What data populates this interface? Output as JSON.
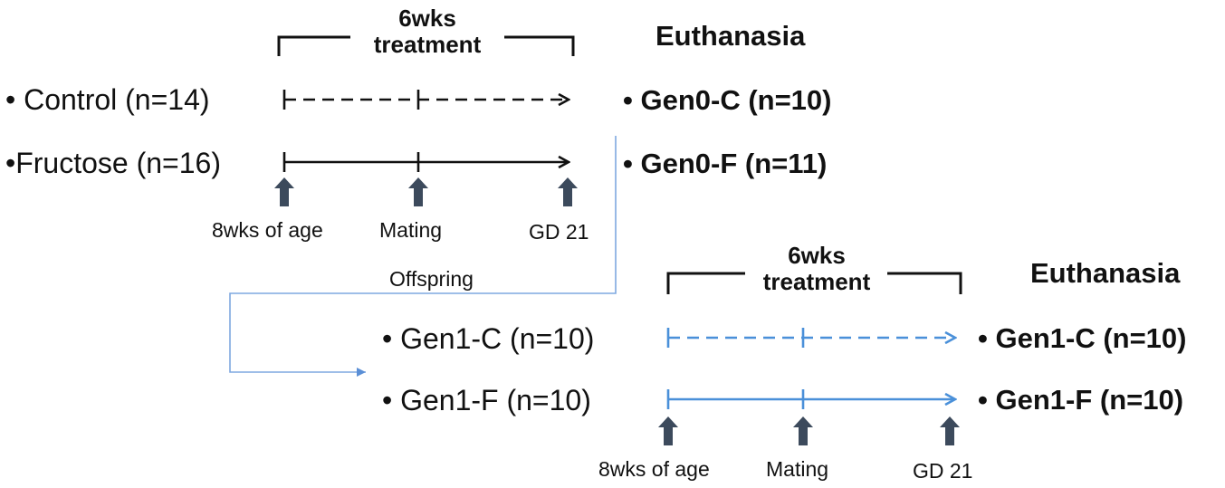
{
  "colors": {
    "gen0": "#111111",
    "gen1": "#4a90d9",
    "connector": "#7fa8e0",
    "up_arrow": "#3c4a5c"
  },
  "gen0": {
    "treatment_label_line1": "6wks",
    "treatment_label_line2": "treatment",
    "euthanasia_label": "Euthanasia",
    "rows": [
      {
        "group": "• Control (n=14)",
        "line_style": "dashed",
        "result": "• Gen0-C (n=10)"
      },
      {
        "group": "•Fructose (n=16)",
        "line_style": "solid",
        "result": "• Gen0-F (n=11)"
      }
    ],
    "timepoints": [
      "8wks of age",
      "Mating",
      "GD 21"
    ]
  },
  "offspring_label": "Offspring",
  "gen1": {
    "treatment_label_line1": "6wks",
    "treatment_label_line2": "treatment",
    "euthanasia_label": "Euthanasia",
    "rows": [
      {
        "group": "• Gen1-C (n=10)",
        "line_style": "dashed",
        "result": "• Gen1-C (n=10)"
      },
      {
        "group": "• Gen1-F (n=10)",
        "line_style": "solid",
        "result": "• Gen1-F (n=10)"
      }
    ],
    "timepoints": [
      "8wks of age",
      "Mating",
      "GD 21"
    ]
  }
}
